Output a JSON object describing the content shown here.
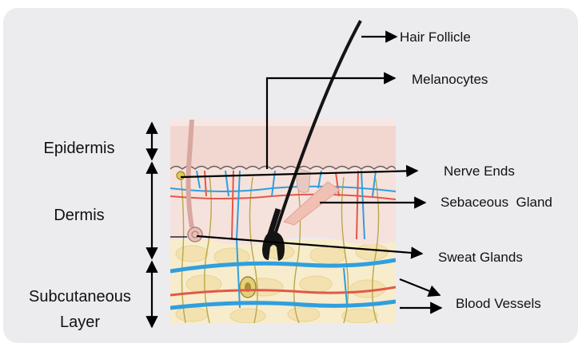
{
  "diagram": {
    "layer_labels": {
      "epidermis": "Epidermis",
      "dermis": "Dermis",
      "subcutaneous_line1": "Subcutaneous",
      "subcutaneous_line2": "Layer"
    },
    "callouts": {
      "hair_follicle": "Hair Follicle",
      "melanocytes": "Melanocytes",
      "nerve_ends": "Nerve Ends",
      "sebaceous_gland": "Sebaceous  Gland",
      "sweat_glands": "Sweat Glands",
      "blood_vessels": "Blood Vessels"
    },
    "colors": {
      "background_panel": "#ecebee",
      "epidermis": "#f2d6d0",
      "dermis": "#f6e2dc",
      "subcutaneous_fat": "#f7eccb",
      "vessel_blue": "#2f9fe0",
      "vessel_red": "#e0584a",
      "nerve_yellow": "#b9a74a",
      "hair": "#141414",
      "arrow": "#000000"
    }
  }
}
